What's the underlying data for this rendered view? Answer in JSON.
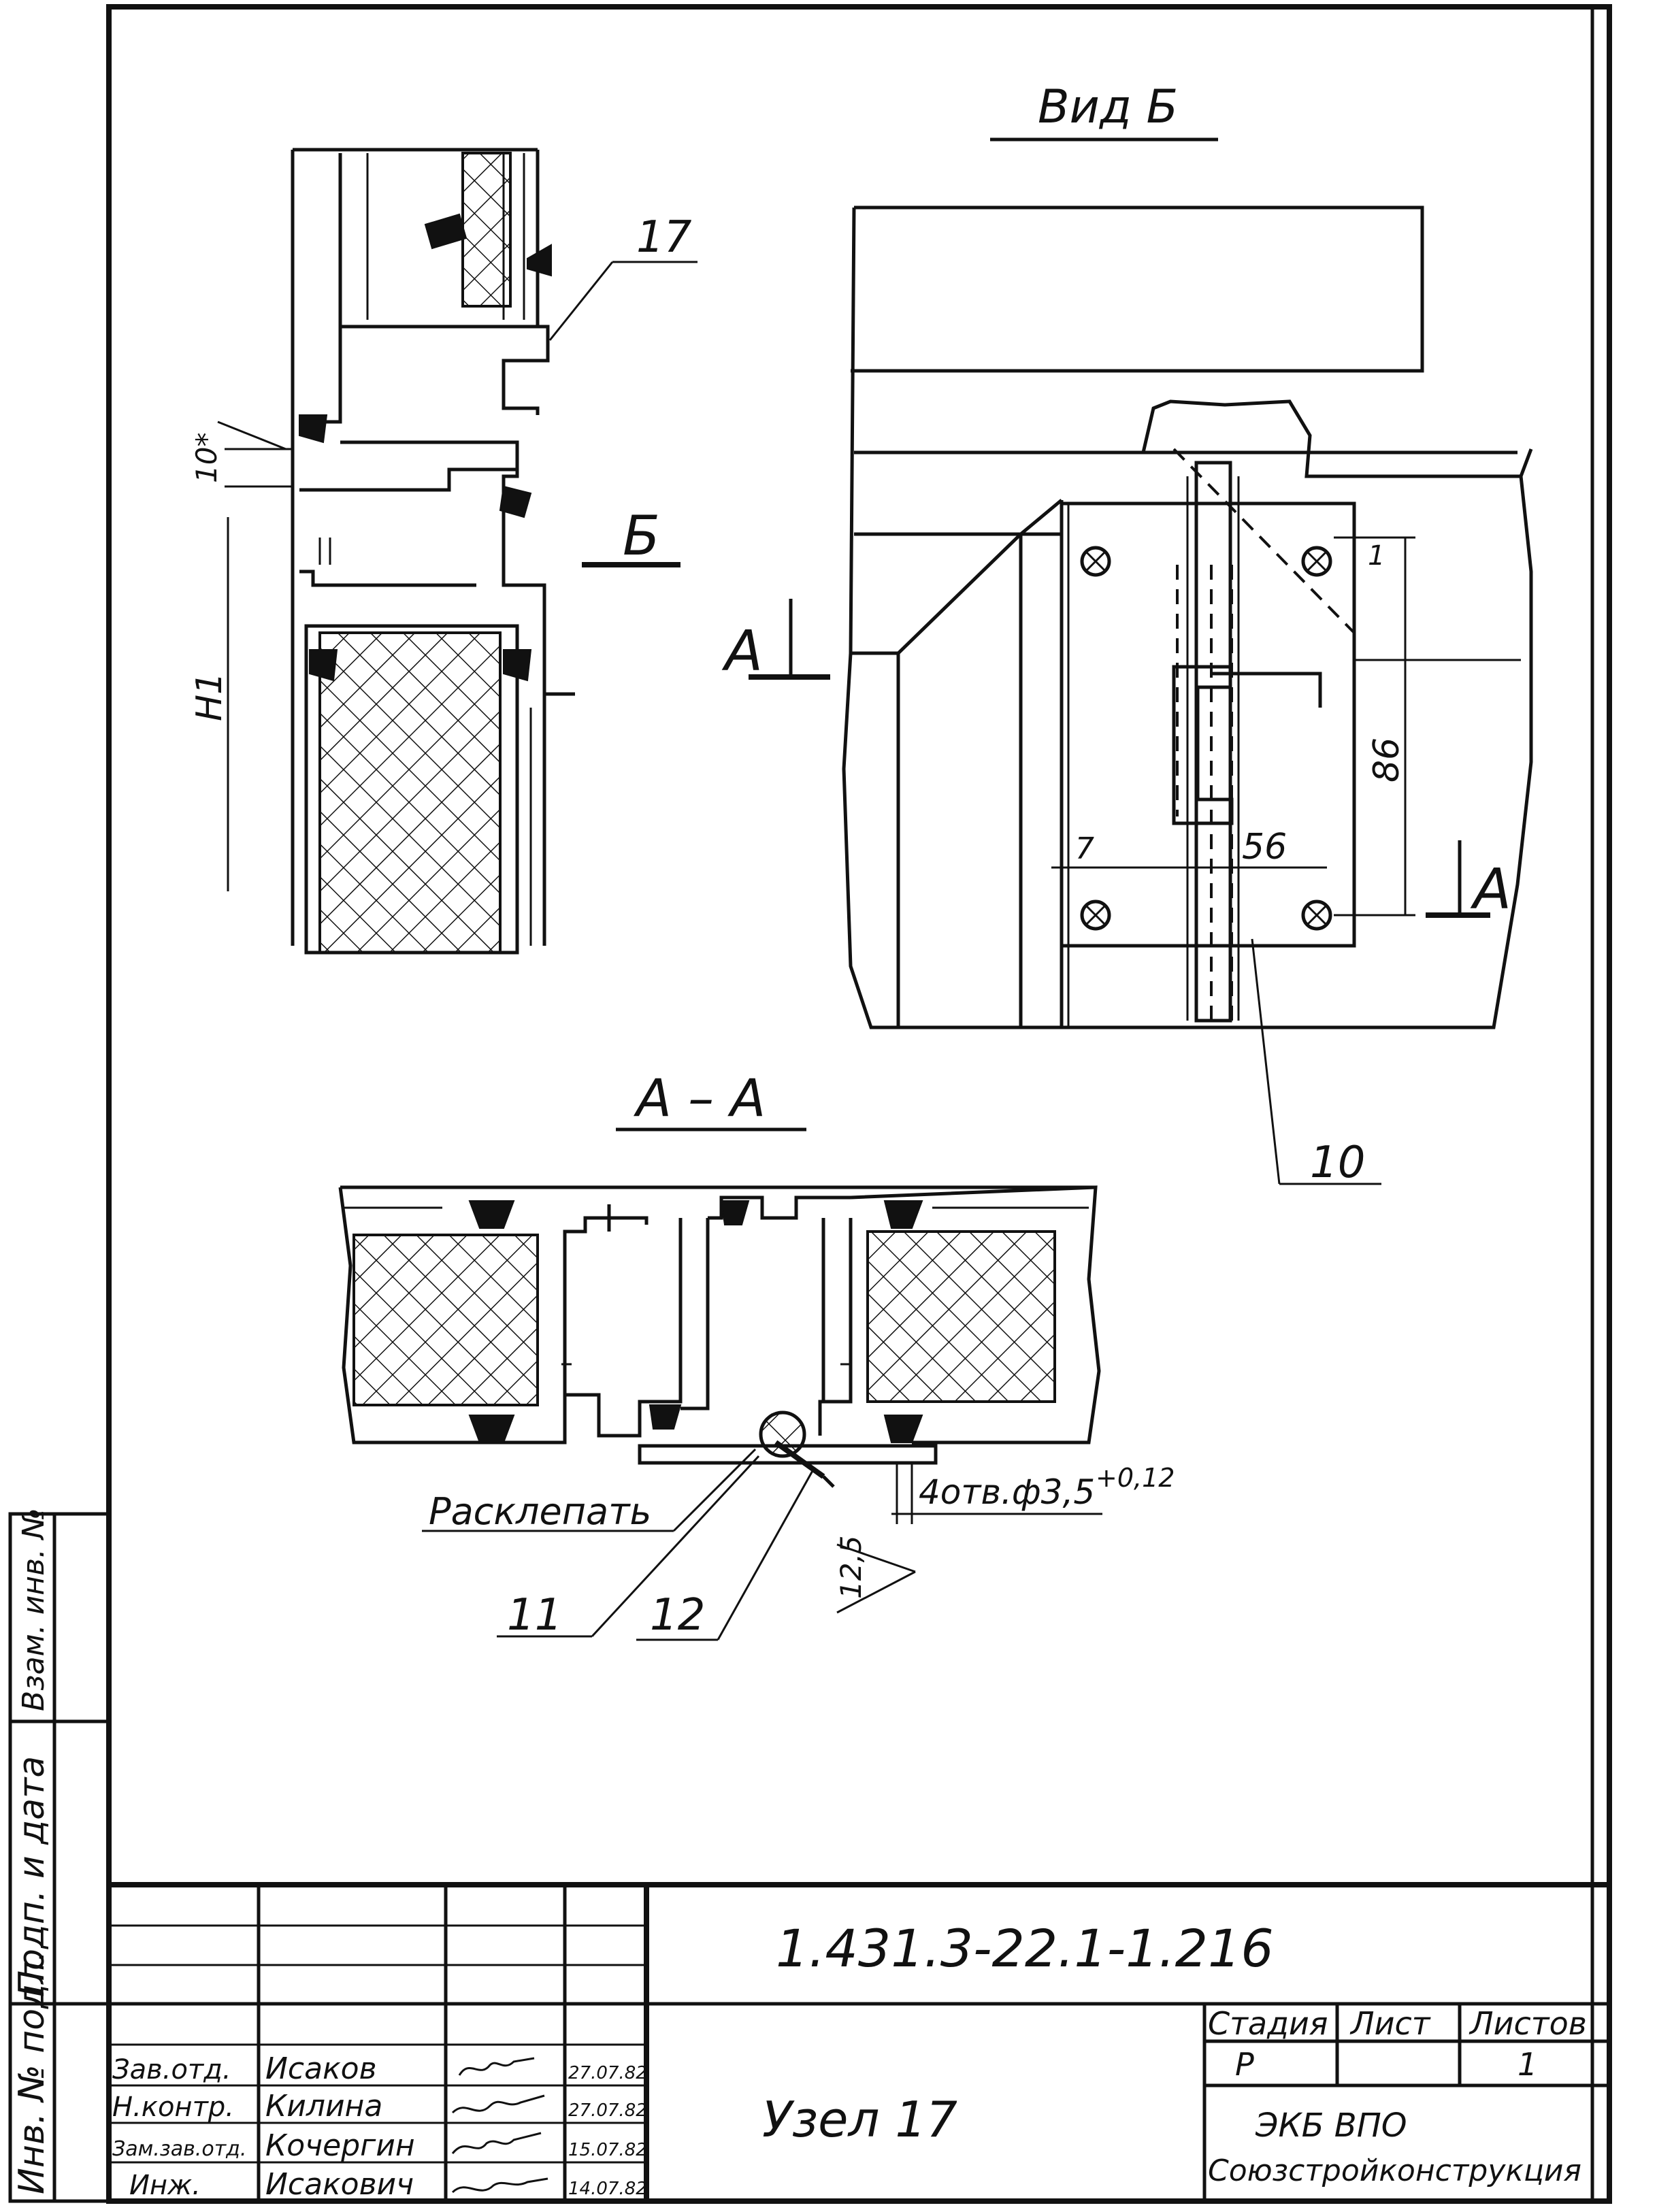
{
  "drawing": {
    "views": {
      "section_a_a_title": "А – А",
      "view_b_title": "Вид Б",
      "view_b_arrow_label": "Б",
      "cut_marker_label": "А"
    },
    "callouts": {
      "item_17": "17",
      "item_10": "10",
      "item_11": "11",
      "item_12": "12"
    },
    "dimensions": {
      "gap": "10*",
      "height": "H1",
      "vertical_86": "86",
      "horizontal_56": "56",
      "offset_7": "7",
      "offset_1": "1",
      "holes": "4отв.ф3,5",
      "holes_tolerance": "+0,12",
      "countersink": "12,5"
    },
    "notes": {
      "rivet_note": "Расклепать"
    }
  },
  "side_stamp": {
    "inv_no_podl": "Инв. № подл.",
    "podp_i_data": "Подп. и дата",
    "vzam_inv_no": "Взам. инв. №"
  },
  "title_block": {
    "document_code": "1.431.3-22.1-1.216",
    "title": "Узел 17",
    "stage_header": "Стадия",
    "sheet_header": "Лист",
    "sheets_header": "Листов",
    "stage_value": "Р",
    "sheets_value": "1",
    "organization_line1": "ЭКБ ВПО",
    "organization_line2": "Союзстройконструкция",
    "signatures": [
      {
        "role": "Зав.отд.",
        "name": "Исаков",
        "date": "27.07.82"
      },
      {
        "role": "Н.контр.",
        "name": "Килина",
        "date": "27.07.82"
      },
      {
        "role": "Зам.зав.отд.",
        "name": "Кочергин",
        "date": "15.07.82"
      },
      {
        "role": "Инж.",
        "name": "Исакович",
        "date": "14.07.82"
      }
    ]
  }
}
